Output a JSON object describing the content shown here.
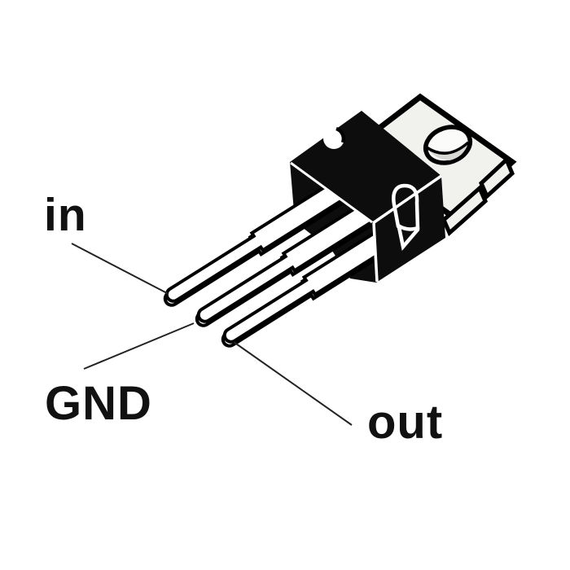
{
  "diagram": {
    "labels": {
      "pin1": "in",
      "pin2": "GND",
      "pin3": "out"
    },
    "colors": {
      "background": "#ffffff",
      "body": "#0d0d0d",
      "tab": "#f1f1ee",
      "tab_side": "#ececе8",
      "hole_fill": "#fbfbf9",
      "hole_shade": "#d8d8d4",
      "pin_fill": "#ffffff",
      "outline": "#000000",
      "edge_highlight": "#ffffff",
      "leader_line": "#222222",
      "text": "#111111"
    }
  }
}
